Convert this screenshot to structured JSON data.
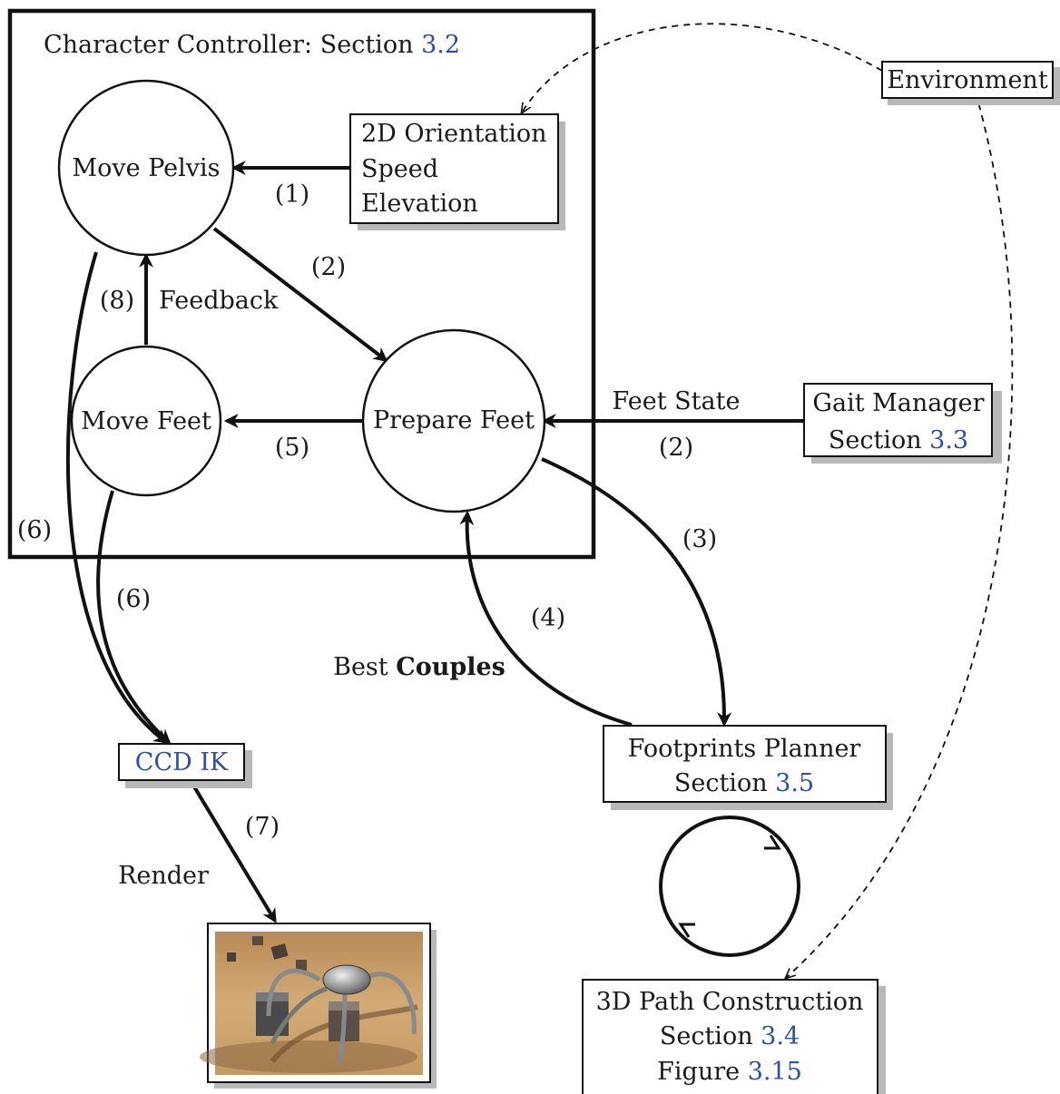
{
  "controller": {
    "title": "Character Controller: Section ",
    "title_ref": "3.2"
  },
  "nodes": {
    "move_pelvis": "Move Pelvis",
    "move_feet": "Move Feet",
    "prepare_feet": "Prepare Feet"
  },
  "boxes": {
    "environment": "Environment",
    "orientation": [
      "2D Orientation",
      "Speed",
      "Elevation"
    ],
    "gait_manager": {
      "line1": "Gait Manager",
      "line2": "Section ",
      "ref": "3.3"
    },
    "ccd_ik": "CCD IK",
    "footprints": {
      "line1": "Footprints Planner",
      "line2": "Section ",
      "ref": "3.5"
    },
    "path3d": {
      "line1": "3D Path Construction",
      "line2": "Section ",
      "ref2": "3.4",
      "line3": "Figure ",
      "ref3": "3.15"
    }
  },
  "edge_labels": {
    "e1": "(1)",
    "e2": "(2)",
    "e2b": "(2)",
    "e3": "(3)",
    "e4": "(4)",
    "e5": "(5)",
    "e6a": "(6)",
    "e6b": "(6)",
    "e7": "(7)",
    "e8": "(8)",
    "feedback": "Feedback",
    "feet_state": "Feet State",
    "render": "Render",
    "best": "Best ",
    "couples": "Couples"
  },
  "colors": {
    "link": "#2f4fa0",
    "stroke": "#111111",
    "shadow": "#b8b8b8",
    "sand": "#c49a64"
  }
}
